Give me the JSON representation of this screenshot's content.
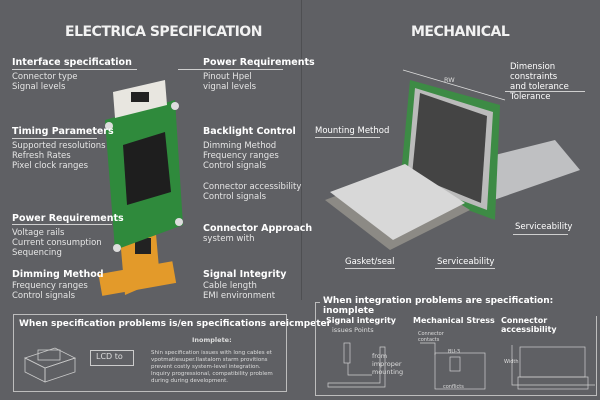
{
  "electrical": {
    "title": "ELECTRICA SPECIFICATION",
    "labels": [
      {
        "title": "Interface specification",
        "lines": [
          "Connector type",
          "Signal levels"
        ]
      },
      {
        "title": "Power Requirements",
        "lines": [
          "Pinout Hpel",
          "vignal levels"
        ]
      },
      {
        "title": "Timing Parameters",
        "lines": [
          "Supported resolutions",
          "Refresh Rates",
          "Pixel clock ranges"
        ]
      },
      {
        "title": "Backlight Control",
        "lines": [
          "Dimming Method",
          "Frequency ranges",
          "Control signals"
        ]
      },
      {
        "title": "",
        "lines": [
          "Connector accessibility",
          "Control signals"
        ]
      },
      {
        "title": "Power Requirements",
        "lines": [
          "Voltage rails",
          "Current consumption",
          "Sequencing"
        ]
      },
      {
        "title": "Connector Approach",
        "lines": [
          "system with"
        ]
      },
      {
        "title": "Dimming Method",
        "lines": [
          "Frequency ranges",
          "Control signals"
        ]
      },
      {
        "title": "Signal Integrity",
        "lines": [
          "Cable length",
          "EMI environment"
        ]
      }
    ]
  },
  "mechanical": {
    "title": "MECHANICAL",
    "labels": [
      "Dimension constraints",
      "and tolerance",
      "Tolerance",
      "Mounting Method",
      "Serviceability",
      "Gasket/seal",
      "Serviceability"
    ],
    "dim_label": "RW"
  },
  "bottom_left": {
    "title": "When specification problems is/en specifications areicmpeter",
    "lcd_label": "LCD  to",
    "subtitle": "Inomplete:",
    "body": "Shin specification issues with long cables et vpotmatiesuper.Ilastalom starm provitions prevent costly system-level integration. Inquiry progressional, compatibility problem during during development."
  },
  "bottom_right": {
    "title": "When integration problems are specification: inomplete",
    "panels": [
      {
        "title": "Signal integrity",
        "notes": [
          "issues Points",
          "from",
          "improper",
          "mounting"
        ]
      },
      {
        "title": "Mechanical Stress",
        "notes": [
          "Connector",
          "contacts",
          "BU-3",
          "conflicts"
        ]
      },
      {
        "title": "Connector accessibility",
        "notes": [
          "Width"
        ]
      }
    ]
  }
}
